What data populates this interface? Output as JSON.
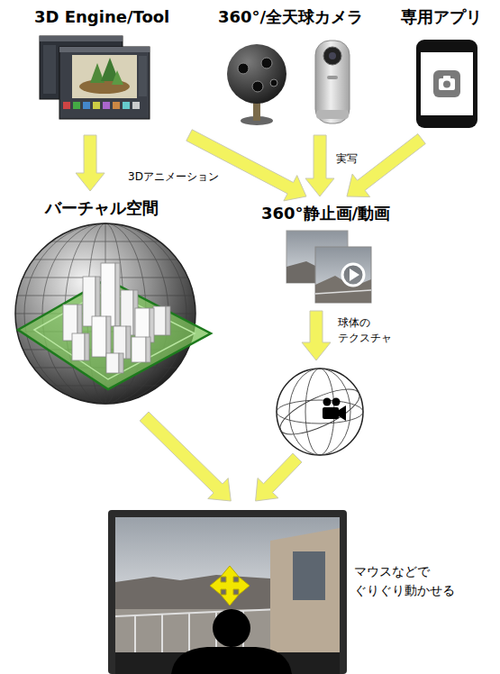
{
  "diagram": {
    "nodes": [
      {
        "text": [
          "3D Engine/Tool"
        ]
      },
      {
        "text": [
          "360°/全天球カメラ"
        ]
      },
      {
        "text": [
          "専用アプリ"
        ]
      },
      {
        "text": [
          "バーチャル空間"
        ]
      },
      {
        "text": [
          "360°静止画/動画"
        ]
      },
      {
        "text": [
          "マウスなどで ぐりぐり動かせる"
        ]
      }
    ],
    "edges": [
      {
        "from": 0,
        "to": 3,
        "arrow": "to"
      },
      {
        "from": 0,
        "to": 4,
        "label": "3Dアニメーション",
        "arrow": "to"
      },
      {
        "from": 1,
        "to": 4,
        "label": "実写",
        "arrow": "to"
      },
      {
        "from": 2,
        "to": 4,
        "arrow": "to"
      },
      {
        "from": 3,
        "to": 5,
        "arrow": "to"
      },
      {
        "from": 4,
        "to": 5,
        "label": "球体の テクスチャ",
        "arrow": "to"
      }
    ]
  }
}
